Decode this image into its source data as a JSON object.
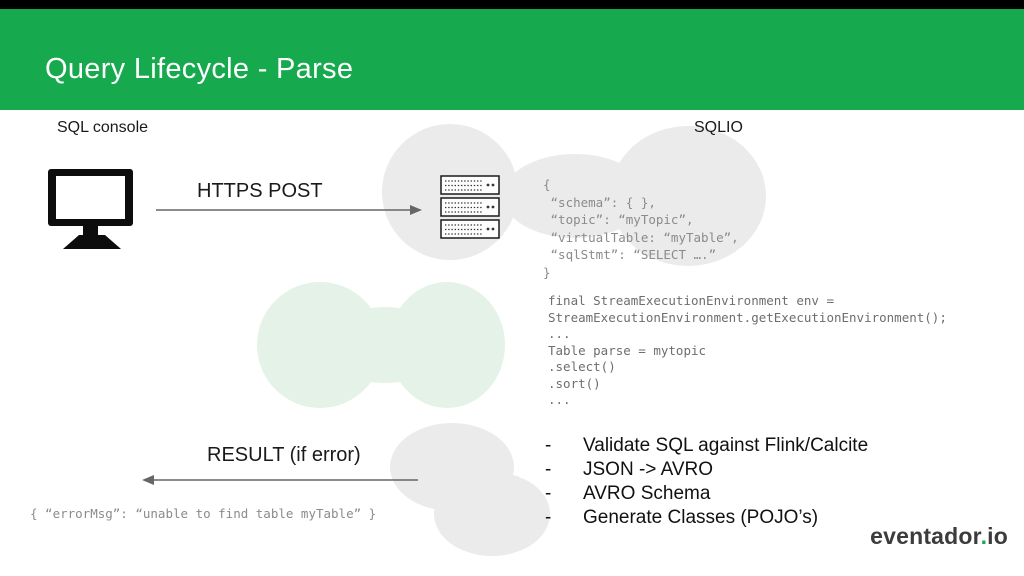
{
  "colors": {
    "header_green": "#17A94E",
    "blob_gray": "#EBEBEB",
    "blob_green": "#E4F2E7",
    "code_gray": "#8B8B8B",
    "accent_green": "#17A94E"
  },
  "header": {
    "title": "Query Lifecycle - Parse"
  },
  "labels": {
    "sql_console": "SQL console",
    "sqlio": "SQLIO",
    "https_post": "HTTPS POST",
    "result": "RESULT (if error)"
  },
  "code": {
    "request_json": "{\n “schema”: { },\n “topic”: “myTopic”,\n “virtualTable: “myTable”,\n “sqlStmt”: “SELECT ….”\n}",
    "flink": "final StreamExecutionEnvironment env =\nStreamExecutionEnvironment.getExecutionEnvironment();\n...\nTable parse = mytopic\n.select()\n.sort()\n...",
    "error": "{ “errorMsg”: “unable to find table myTable” }"
  },
  "bullets": {
    "dash": "-",
    "items": [
      "Validate SQL against Flink/Calcite",
      "JSON -> AVRO",
      "AVRO Schema",
      "Generate Classes (POJO’s)"
    ]
  },
  "logo": {
    "name": "eventador",
    "dot": ".",
    "tld": "io"
  }
}
